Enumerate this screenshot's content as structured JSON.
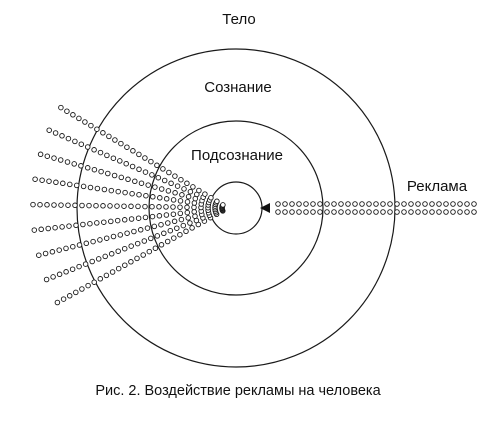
{
  "diagram": {
    "labels": {
      "body": "Тело",
      "consciousness": "Сознание",
      "subconscious": "Подсознание",
      "advertising": "Реклама"
    },
    "caption": "Рис. 2. Воздействие рекламы на человека"
  }
}
